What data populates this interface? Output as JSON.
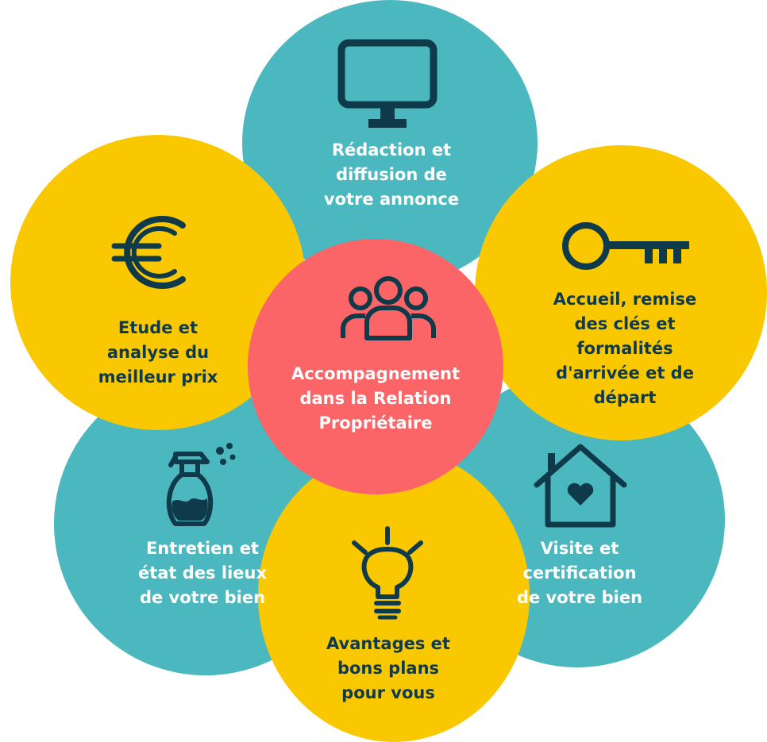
{
  "colors": {
    "teal": "#4ab8be",
    "yellow": "#f9c800",
    "coral": "#fb6568",
    "dark_navy": "#0f3a4a",
    "white": "#ffffff"
  },
  "center": {
    "icon": "people-group-icon",
    "lines": [
      "Accompagnement",
      "dans la Relation",
      "Propriétaire"
    ]
  },
  "petals": {
    "top": {
      "icon": "monitor-icon",
      "lines": [
        "Rédaction et",
        "diffusion de",
        "votre annonce"
      ]
    },
    "upper_right": {
      "icon": "key-icon",
      "lines": [
        "Accueil, remise",
        "des clés et",
        "formalités",
        "d'arrivée et de",
        "départ"
      ]
    },
    "lower_right": {
      "icon": "house-heart-icon",
      "lines": [
        "Visite et",
        "certification",
        "de votre bien"
      ]
    },
    "bottom": {
      "icon": "lightbulb-icon",
      "lines": [
        "Avantages et",
        "bons plans",
        "pour vous"
      ]
    },
    "lower_left": {
      "icon": "spray-bottle-icon",
      "lines": [
        "Entretien et",
        "état des lieux",
        "de votre bien"
      ]
    },
    "upper_left": {
      "icon": "euro-icon",
      "lines": [
        "Etude et",
        "analyse du",
        "meilleur prix"
      ]
    }
  }
}
